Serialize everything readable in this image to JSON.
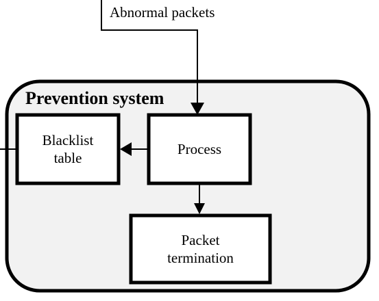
{
  "diagram": {
    "input_label": "Abnormal packets",
    "system_title": "Prevention system",
    "nodes": {
      "blacklist": {
        "line1": "Blacklist",
        "line2": "table"
      },
      "process": {
        "label": "Process"
      },
      "termination": {
        "line1": "Packet",
        "line2": "termination"
      }
    },
    "colors": {
      "container_fill": "#f2f2f2",
      "box_fill": "#ffffff",
      "stroke": "#000000"
    }
  }
}
